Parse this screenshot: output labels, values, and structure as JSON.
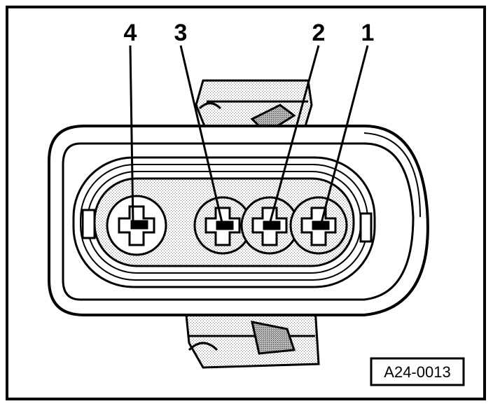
{
  "figure": {
    "reference_code": "A24-0013",
    "pins": [
      {
        "label": "4"
      },
      {
        "label": "3"
      },
      {
        "label": "2"
      },
      {
        "label": "1"
      }
    ],
    "colors": {
      "line": "#000000",
      "background": "#ffffff",
      "shade": "#8c8c8c"
    }
  }
}
